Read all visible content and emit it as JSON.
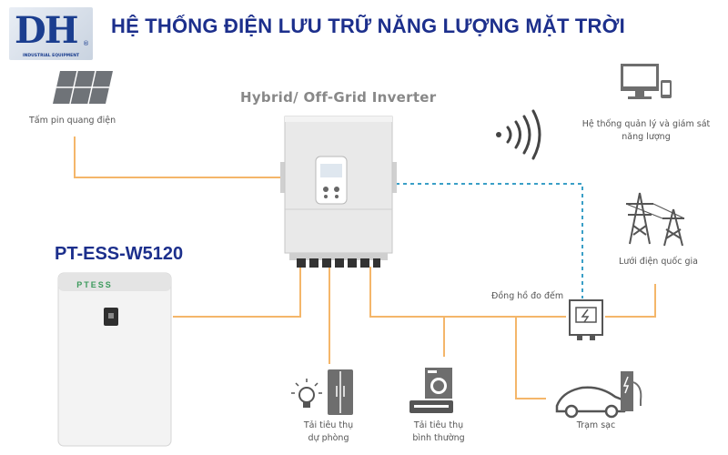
{
  "header": {
    "logo_text": "DH",
    "logo_subtitle": "INDUSTRIAL EQUIPMENT",
    "logo_registered": "®",
    "title": "HỆ THỐNG ĐIỆN LƯU TRỮ NĂNG LƯỢNG MẶT TRỜI"
  },
  "inverter": {
    "title": "Hybrid/ Off-Grid Inverter"
  },
  "battery": {
    "model": "PT-ESS-W5120",
    "brand": "PTESS"
  },
  "components": {
    "solar_panel": "Tấm pin quang điện",
    "monitoring_line1": "Hệ thống quản lý và giám sát",
    "monitoring_line2": "năng lượng",
    "grid": "Lưới điện quốc gia",
    "meter": "Đồng hồ đo đếm",
    "backup_load_line1": "Tải tiêu thụ",
    "backup_load_line2": "dự phòng",
    "normal_load_line1": "Tải tiêu thụ",
    "normal_load_line2": "bình thường",
    "charging_station": "Trạm sạc"
  },
  "colors": {
    "title_blue": "#1c2f8c",
    "wire_orange": "#f4b66a",
    "signal_blue": "#3a9fc7",
    "icon_gray": "#6e6e6e"
  }
}
